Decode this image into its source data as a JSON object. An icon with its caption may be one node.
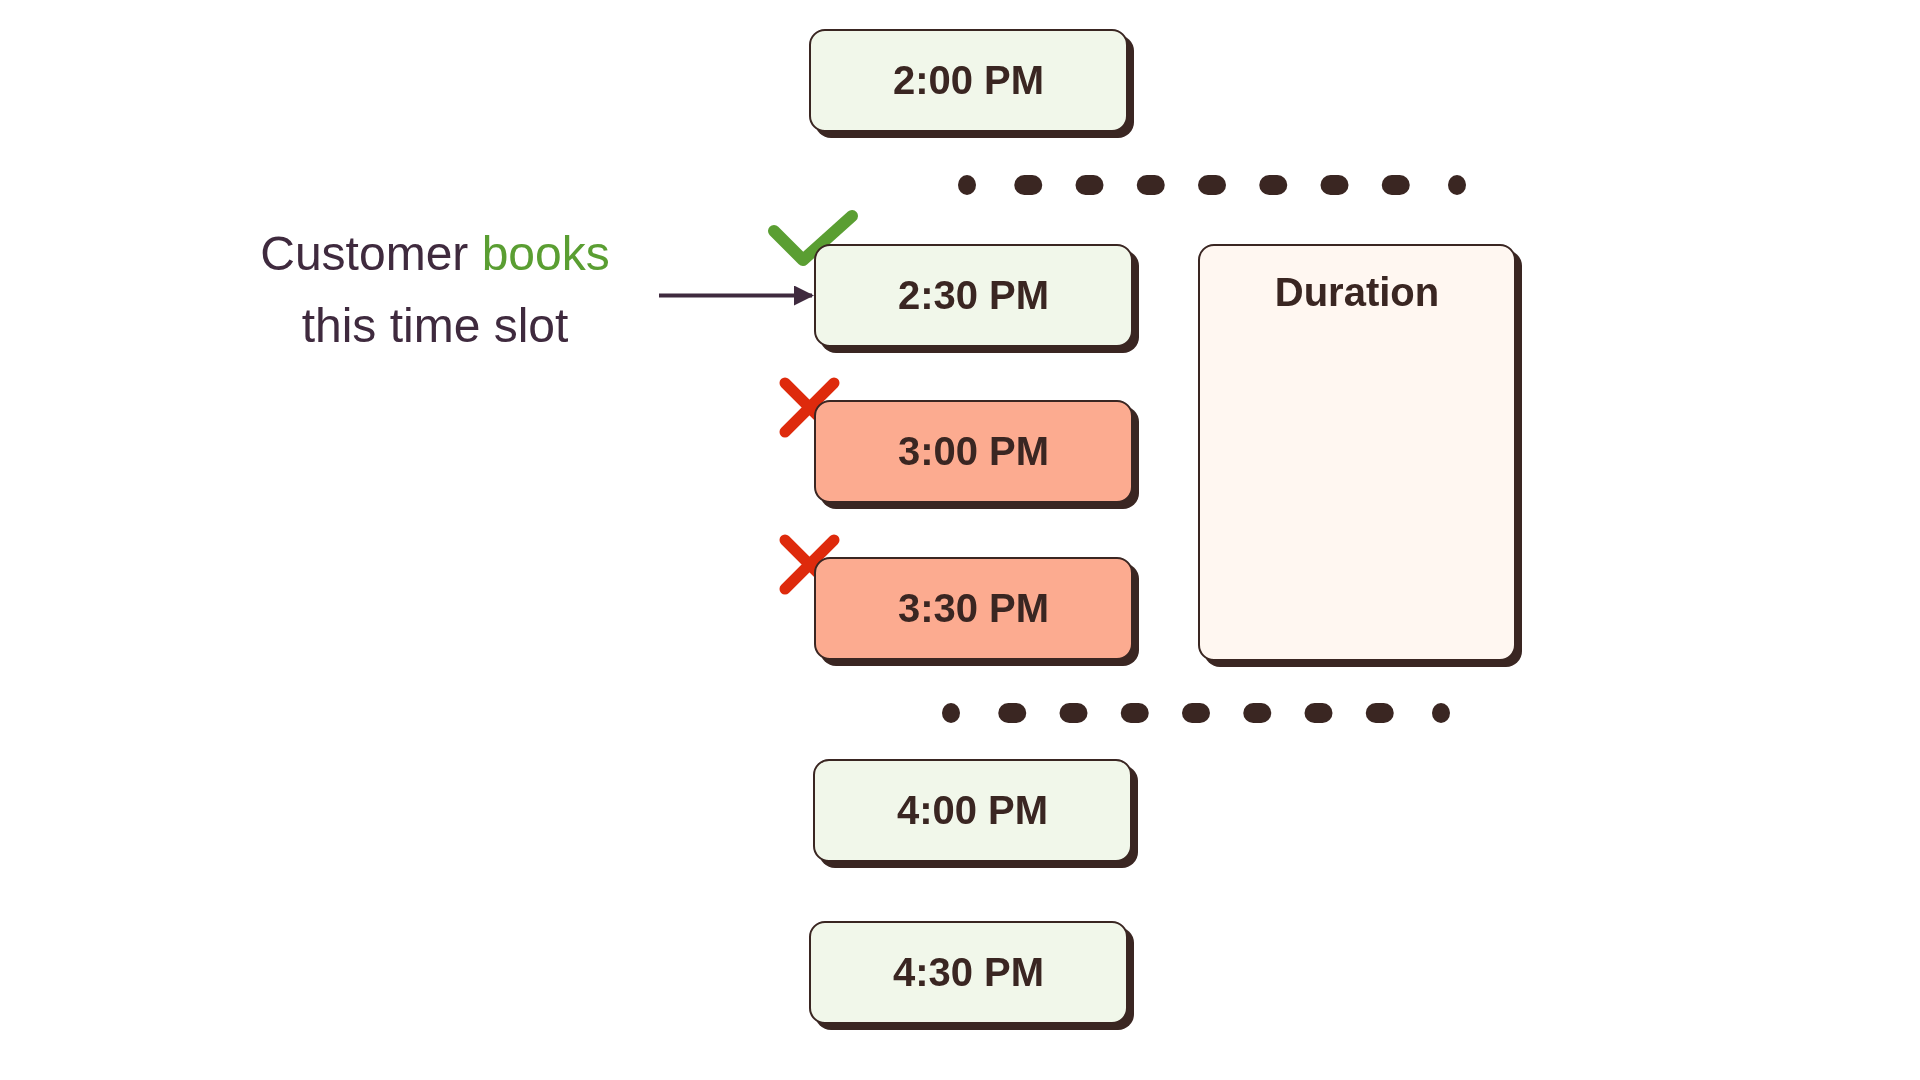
{
  "diagram": {
    "nodes": [
      {
        "text": [
          "2:00 PM"
        ]
      },
      {
        "text": [
          "Customer **books** this time slot"
        ]
      },
      {
        "text": [
          "2:30 PM"
        ]
      },
      {
        "text": [
          "Duration"
        ]
      },
      {
        "text": [
          "3:00 PM"
        ]
      },
      {
        "text": [
          "3:30 PM"
        ]
      },
      {
        "text": [
          "4:00 PM"
        ]
      },
      {
        "text": [
          "4:30 PM"
        ]
      }
    ],
    "edges": [
      {
        "from": 1,
        "to": 2,
        "arrow": "to"
      }
    ]
  }
}
